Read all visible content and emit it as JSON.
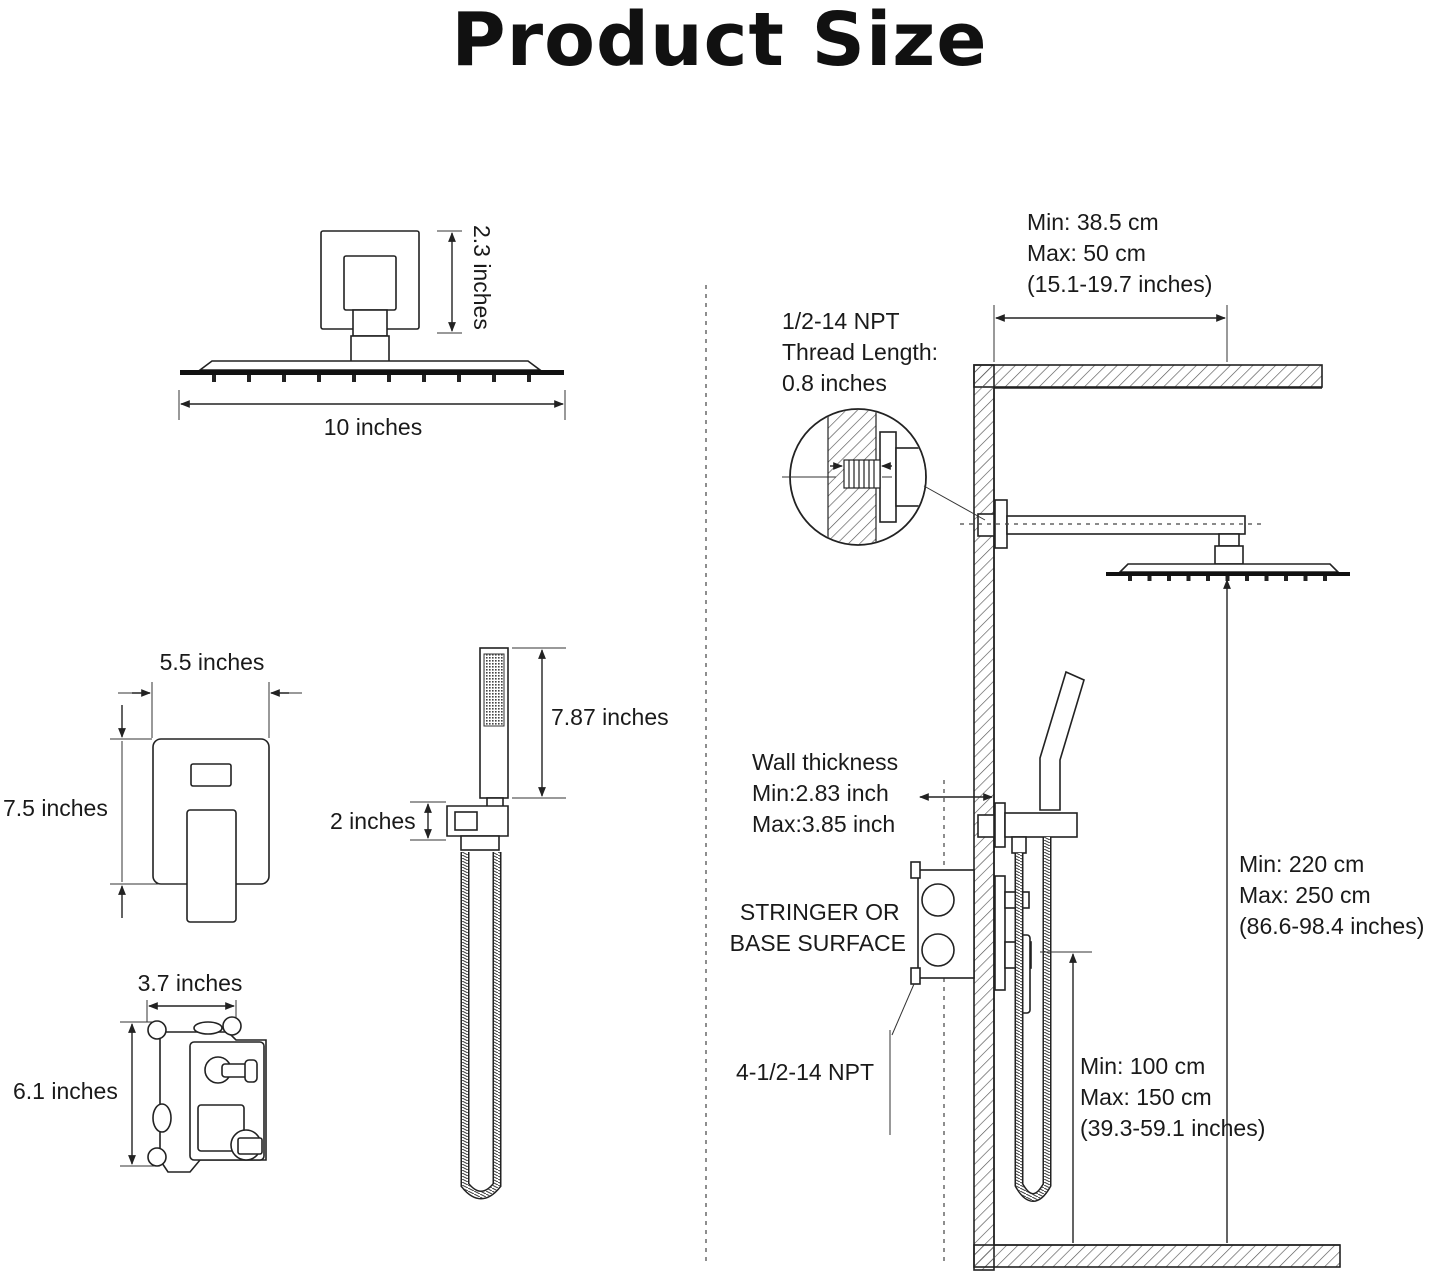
{
  "title": "Product Size",
  "showerhead": {
    "height": "2.3 inches",
    "width": "10 inches"
  },
  "trim_plate": {
    "width": "5.5 inches",
    "height": "7.5 inches"
  },
  "valve_body": {
    "width": "3.7 inches",
    "height": "6.1 inches"
  },
  "handheld": {
    "length": "7.87 inches",
    "holder": "2 inches"
  },
  "install": {
    "arm_reach": [
      "Min: 38.5 cm",
      "Max: 50 cm",
      "(15.1-19.7 inches)"
    ],
    "thread": [
      "1/2-14 NPT",
      "Thread Length:",
      "0.8 inches"
    ],
    "wall": [
      "Wall thickness",
      "Min:2.83 inch",
      "Max:3.85 inch"
    ],
    "stringer": [
      "STRINGER OR",
      "BASE SURFACE"
    ],
    "npt": "4-1/2-14 NPT",
    "head_height": [
      "Min: 220 cm",
      "Max: 250 cm",
      "(86.6-98.4 inches)"
    ],
    "valve_height": [
      "Min: 100 cm",
      "Max: 150 cm",
      "(39.3-59.1 inches)"
    ]
  }
}
